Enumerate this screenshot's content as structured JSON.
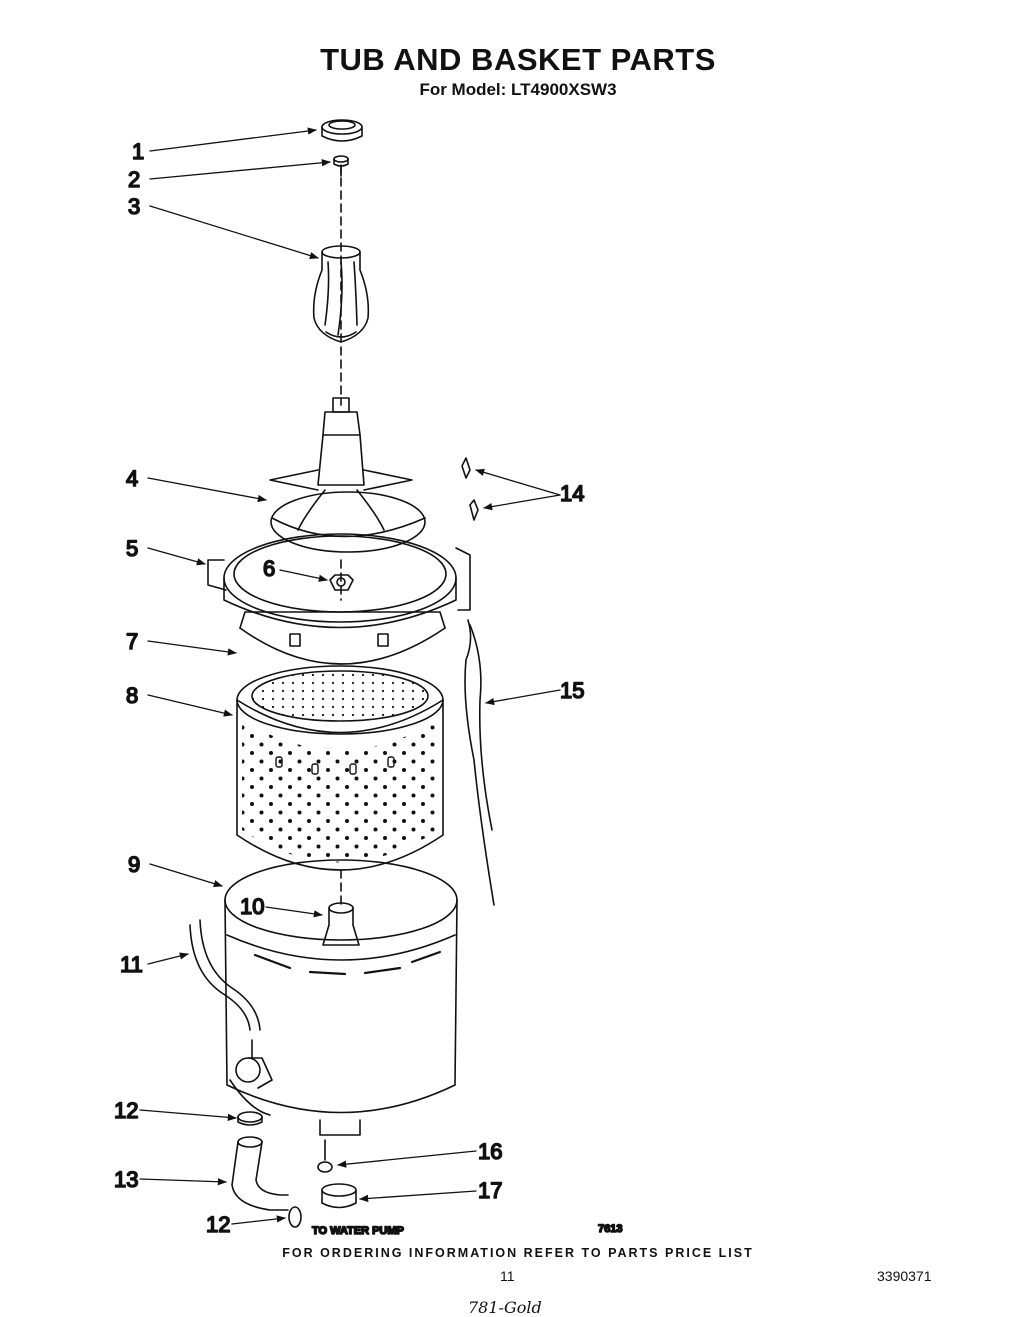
{
  "header": {
    "title": "TUB AND BASKET PARTS",
    "subtitle": "For Model: LT4900XSW3"
  },
  "callouts": [
    {
      "id": "1",
      "label": "1"
    },
    {
      "id": "2",
      "label": "2"
    },
    {
      "id": "3",
      "label": "3"
    },
    {
      "id": "4",
      "label": "4"
    },
    {
      "id": "5",
      "label": "5"
    },
    {
      "id": "6",
      "label": "6"
    },
    {
      "id": "7",
      "label": "7"
    },
    {
      "id": "8",
      "label": "8"
    },
    {
      "id": "9",
      "label": "9"
    },
    {
      "id": "10",
      "label": "10"
    },
    {
      "id": "11",
      "label": "11"
    },
    {
      "id": "12a",
      "label": "12"
    },
    {
      "id": "13",
      "label": "13"
    },
    {
      "id": "12b",
      "label": "12"
    },
    {
      "id": "14",
      "label": "14"
    },
    {
      "id": "15",
      "label": "15"
    },
    {
      "id": "16",
      "label": "16"
    },
    {
      "id": "17",
      "label": "17"
    }
  ],
  "annotations": {
    "to_water_pump": "TO WATER PUMP",
    "figure_code": "7613"
  },
  "footer": {
    "ordering_note": "FOR ORDERING INFORMATION REFER TO PARTS PRICE LIST",
    "page_number": "11",
    "document_number": "3390371",
    "handwritten_note": "781-Gold"
  },
  "style": {
    "line_color": "#111111",
    "background": "#ffffff"
  }
}
